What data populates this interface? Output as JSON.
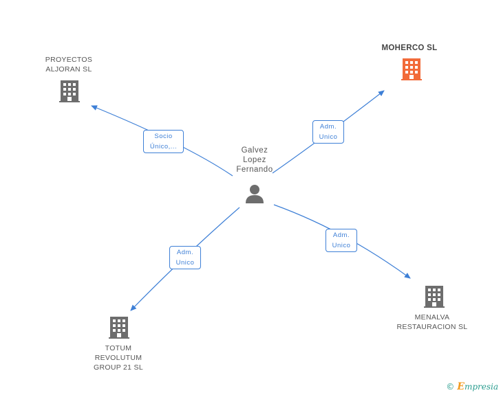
{
  "colors": {
    "edge": "#3d7fd6",
    "building_default": "#6d6d6d",
    "building_highlight": "#f26b3a",
    "person": "#6d6d6d"
  },
  "center": {
    "name": "Galvez\nLopez\nFernando",
    "icon": "person-icon"
  },
  "companies": [
    {
      "id": "proyectos",
      "name": "PROYECTOS\nALJORAN SL",
      "icon": "building-icon",
      "highlight": false
    },
    {
      "id": "moherco",
      "name": "MOHERCO SL",
      "icon": "building-icon",
      "highlight": true
    },
    {
      "id": "totum",
      "name": "TOTUM\nREVOLUTUM\nGROUP 21 SL",
      "icon": "building-icon",
      "highlight": false
    },
    {
      "id": "menalva",
      "name": "MENALVA\nRESTAURACION SL",
      "icon": "building-icon",
      "highlight": false
    }
  ],
  "relations": [
    {
      "to": "proyectos",
      "label": "Socio\nÚnico,..."
    },
    {
      "to": "moherco",
      "label": "Adm.\nUnico"
    },
    {
      "to": "totum",
      "label": "Adm.\nUnico"
    },
    {
      "to": "menalva",
      "label": "Adm.\nUnico"
    }
  ],
  "footer": {
    "copyright": "©",
    "brand_initial": "E",
    "brand_rest": "mpresia"
  }
}
